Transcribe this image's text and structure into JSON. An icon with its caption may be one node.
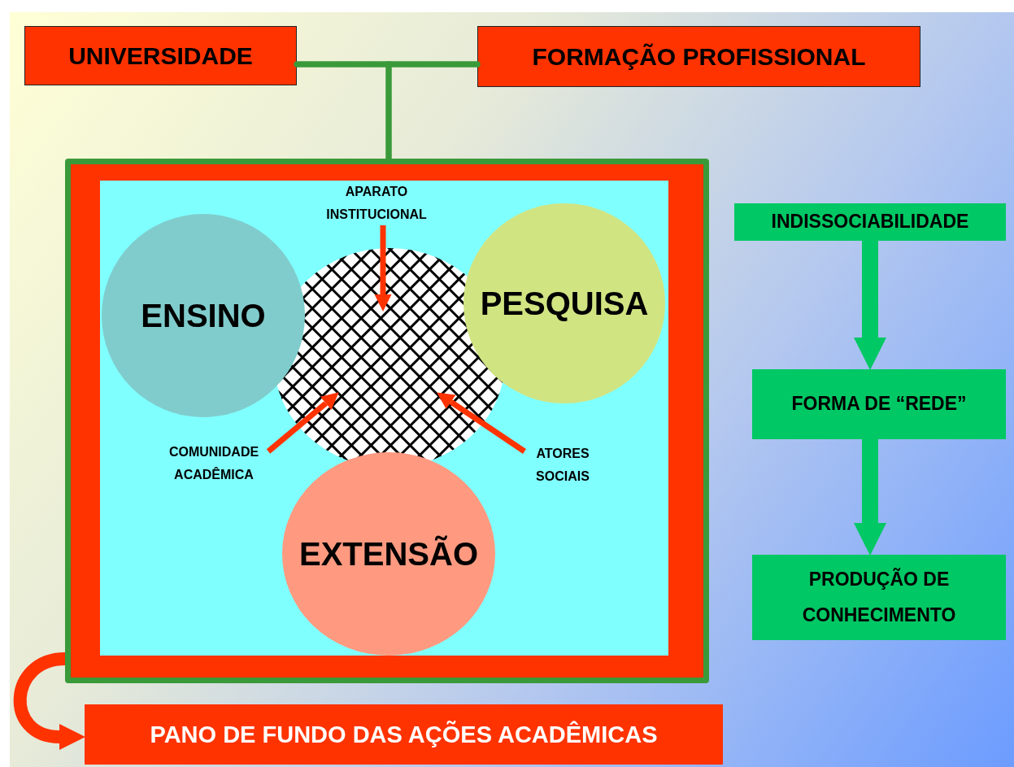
{
  "diagram": {
    "nodes": [
      {
        "text": [
          "UNIVERSIDADE"
        ]
      },
      {
        "text": [
          "FORMAÇÃO PROFISSIONAL"
        ]
      },
      {
        "text": [],
        "shape": "box"
      },
      {
        "text": [],
        "shape": "circle",
        "in": 2
      },
      {
        "text": [
          "ENSINO"
        ],
        "in": 2
      },
      {
        "text": [
          "PESQUISA"
        ],
        "in": 2
      },
      {
        "text": [
          "EXTENSÃO"
        ],
        "in": 2
      },
      {
        "text": [
          "APARATO INSTITUCIONAL"
        ],
        "in": 2
      },
      {
        "text": [
          "COMUNIDADE ACADÊMICA"
        ],
        "in": 2
      },
      {
        "text": [
          "ATORES SOCIAIS"
        ],
        "in": 2
      },
      {
        "text": [
          "PANO DE FUNDO DAS AÇÕES ACADÊMICAS"
        ]
      },
      {
        "text": [
          "INDISSOCIABILIDADE"
        ]
      },
      {
        "text": [
          "FORMA DE “REDE”"
        ]
      },
      {
        "text": [
          "PRODUÇÃO DE CONHECIMENTO"
        ]
      }
    ],
    "edges": [
      {
        "from": 0,
        "to": 1,
        "arrow": "none",
        "color": "#3a9a3a"
      },
      {
        "from": 0,
        "to": 2,
        "arrow": "none",
        "color": "#3a9a3a"
      },
      {
        "from": 1,
        "to": 2,
        "arrow": "none",
        "color": "#3a9a3a"
      },
      {
        "from": 7,
        "to": 3,
        "arrow": "to",
        "color": "#ff3300"
      },
      {
        "from": 8,
        "to": 3,
        "arrow": "to",
        "color": "#ff3300"
      },
      {
        "from": 9,
        "to": 3,
        "arrow": "to",
        "color": "#ff3300"
      },
      {
        "from": 2,
        "to": 10,
        "arrow": "to",
        "style": "thick",
        "color": "#ff3300"
      },
      {
        "from": 11,
        "to": 12,
        "arrow": "to",
        "style": "thick",
        "color": "#00c864"
      },
      {
        "from": 12,
        "to": 13,
        "arrow": "to",
        "style": "thick",
        "color": "#00c864"
      }
    ]
  }
}
